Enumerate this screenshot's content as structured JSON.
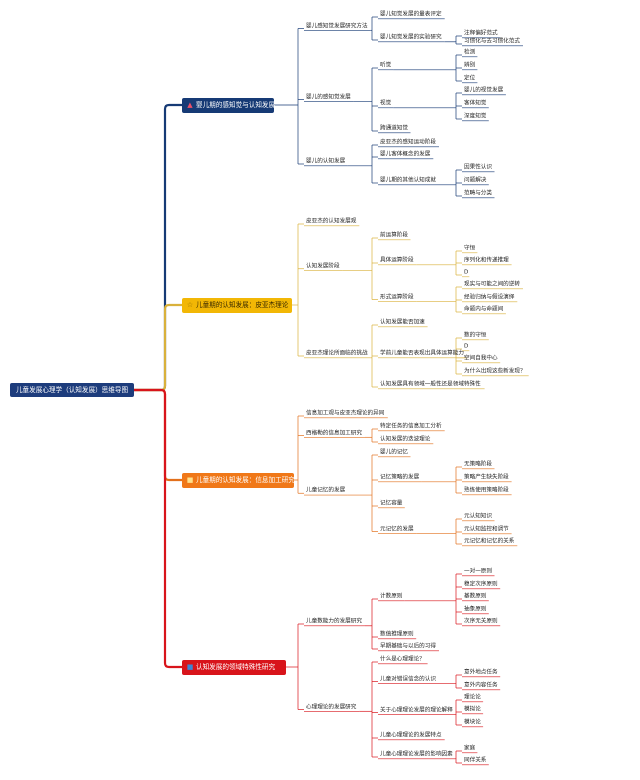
{
  "root": "儿童发展心理学（认知发展）思维导图",
  "branches": [
    {
      "label": "婴儿期的感知觉与认知发展",
      "icon": "mountain-icon",
      "color": "#163a75",
      "line": "#163a75",
      "children": [
        {
          "label": "婴儿感知觉发展研究方法",
          "children": [
            {
              "label": "婴儿知觉发展的量表评定"
            },
            {
              "label": "婴儿知觉发展的实验研究",
              "children": [
                {
                  "label": "注释偏好范式"
                },
                {
                  "label": "习惯化与去习惯化范式"
                }
              ]
            }
          ]
        },
        {
          "label": "婴儿的感知觉发展",
          "children": [
            {
              "label": "听觉",
              "children": [
                {
                  "label": "检测"
                },
                {
                  "label": "辨别"
                },
                {
                  "label": "定位"
                }
              ]
            },
            {
              "label": "视觉",
              "children": [
                {
                  "label": "婴儿的视觉发展"
                },
                {
                  "label": "客体知觉"
                },
                {
                  "label": "深度知觉"
                }
              ]
            },
            {
              "label": "跨通道知觉"
            }
          ]
        },
        {
          "label": "婴儿的认知发展",
          "children": [
            {
              "label": "皮亚杰的感知运动阶段"
            },
            {
              "label": "婴儿客体概念的发展"
            },
            {
              "label": "婴儿期的其他认知成就",
              "children": [
                {
                  "label": "因果性认识"
                },
                {
                  "label": "问题解决"
                },
                {
                  "label": "范畴与分类"
                }
              ]
            }
          ]
        }
      ]
    },
    {
      "label": "儿童期的认知发展：皮亚杰理论",
      "icon": "star-icon",
      "color": "#f2b705",
      "line": "#d9b13b",
      "children": [
        {
          "label": "皮亚杰的认知发展观"
        },
        {
          "label": "认知发展阶段",
          "children": [
            {
              "label": "前运算阶段"
            },
            {
              "label": "具体运算阶段",
              "children": [
                {
                  "label": "守恒"
                },
                {
                  "label": "序列化和传递推理"
                },
                {
                  "label": "D"
                }
              ]
            },
            {
              "label": "形式运算阶段",
              "children": [
                {
                  "label": "现实与可能之间的逆转"
                },
                {
                  "label": "经验归纳与假设演绎"
                },
                {
                  "label": "命题内与命题间"
                }
              ]
            }
          ]
        },
        {
          "label": "皮亚杰理论所面临的挑战",
          "children": [
            {
              "label": "认知发展能否加速"
            },
            {
              "label": "学前儿童能否表现出具体运算能力",
              "children": [
                {
                  "label": "数的守恒"
                },
                {
                  "label": "D"
                },
                {
                  "label": "空间自我中心"
                },
                {
                  "label": "为什么出现这些新发现？"
                }
              ]
            },
            {
              "label": "认知发展具有领域一般性还是领域特殊性"
            }
          ]
        }
      ]
    },
    {
      "label": "儿童期的认知发展：信息加工研究",
      "icon": "cake-icon",
      "color": "#f07818",
      "line": "#e2701c",
      "children": [
        {
          "label": "信息加工观与皮亚杰理论的异同"
        },
        {
          "label": "西格勒的信息加工研究",
          "children": [
            {
              "label": "特定任务的信息加工分析"
            },
            {
              "label": "认知发展的迭波理论"
            }
          ]
        },
        {
          "label": "儿童记忆的发展",
          "children": [
            {
              "label": "婴儿的记忆"
            },
            {
              "label": "记忆策略的发展",
              "children": [
                {
                  "label": "无策略阶段"
                },
                {
                  "label": "策略产生缺失阶段"
                },
                {
                  "label": "熟练使用策略阶段"
                }
              ]
            },
            {
              "label": "记忆容量"
            },
            {
              "label": "元记忆的发展",
              "children": [
                {
                  "label": "元认知知识"
                },
                {
                  "label": "元认知监控和调节"
                },
                {
                  "label": "元记忆和记忆的关系"
                }
              ]
            }
          ]
        }
      ]
    },
    {
      "label": "认知发展的领域特殊性研究",
      "icon": "blue-square-icon",
      "color": "#d8141b",
      "line": "#d8141b",
      "children": [
        {
          "label": "儿童数能力的发展研究",
          "children": [
            {
              "label": "计数原则",
              "children": [
                {
                  "label": "一对一原则"
                },
                {
                  "label": "稳定次序原则"
                },
                {
                  "label": "基数原则"
                },
                {
                  "label": "抽象原则"
                },
                {
                  "label": "次序无关原则"
                }
              ]
            },
            {
              "label": "数值推理原则"
            },
            {
              "label": "早期基础与以后的习得"
            }
          ]
        },
        {
          "label": "心理理论的发展研究",
          "children": [
            {
              "label": "什么是心理理论？"
            },
            {
              "label": "儿童对错误信念的认识",
              "children": [
                {
                  "label": "意外地点任务"
                },
                {
                  "label": "意外内容任务"
                }
              ]
            },
            {
              "label": "关于心理理论发展的理论解释",
              "children": [
                {
                  "label": "理论论"
                },
                {
                  "label": "模拟论"
                },
                {
                  "label": "模块论"
                }
              ]
            },
            {
              "label": "儿童心理理论的发展特点"
            },
            {
              "label": "儿童心理理论发展的影响因素",
              "children": [
                {
                  "label": "家庭"
                },
                {
                  "label": "同伴关系"
                }
              ]
            }
          ]
        }
      ]
    }
  ]
}
